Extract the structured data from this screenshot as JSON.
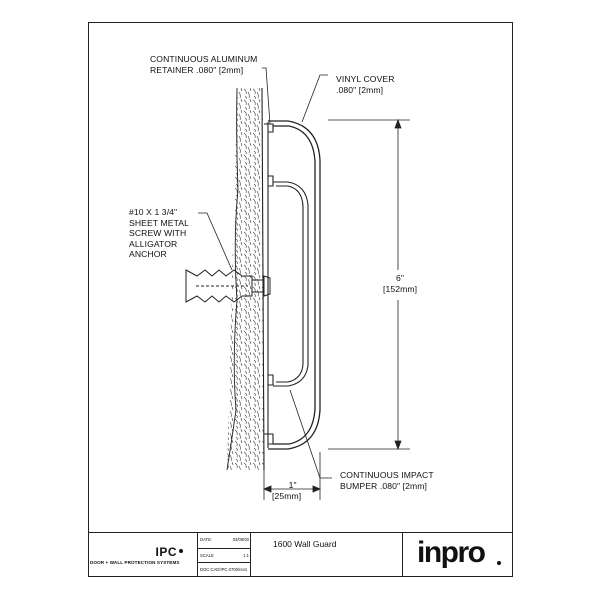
{
  "annotations": {
    "retainer": [
      "CONTINUOUS ALUMINUM",
      "RETAINER .080\" [2mm]"
    ],
    "cover": [
      "VINYL COVER",
      ".080\" [2mm]"
    ],
    "screw": [
      "#10 X 1 3/4\"",
      "SHEET METAL",
      "SCREW WITH",
      "ALLIGATOR",
      "ANCHOR"
    ],
    "height": [
      "6\"",
      "[152mm]"
    ],
    "depth": [
      "1\"",
      "[25mm]"
    ],
    "bumper": [
      "CONTINUOUS IMPACT",
      "BUMPER .080\" [2mm]"
    ]
  },
  "title_block": {
    "ipc_logo": "IPC",
    "ipc_tagline": "DOOR + WALL PROTECTION SYSTEMS",
    "date_label": "DATE:",
    "date_value": "03/09/00",
    "scale_label": "SCALE",
    "scale_value": "1:1",
    "doc_id": "DOC:CAD/IPC.0700/rev1",
    "drawing_title": "1600 Wall Guard",
    "brand": "inpro"
  }
}
